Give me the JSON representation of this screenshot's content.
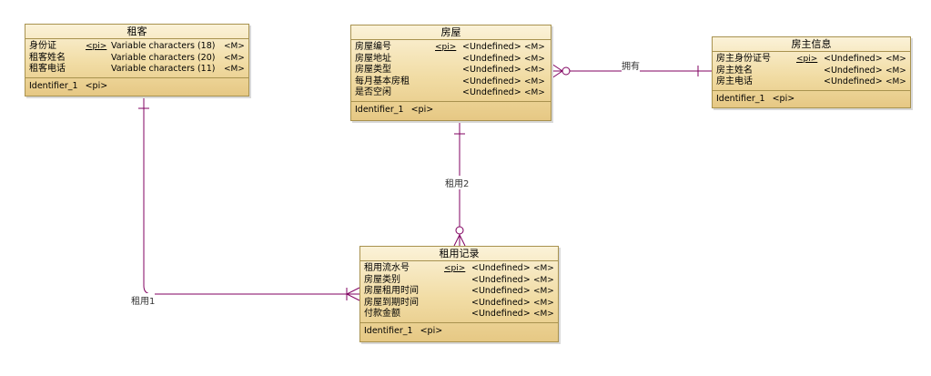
{
  "entities": {
    "renter": {
      "title": "租客",
      "attributes": [
        {
          "name": "身份证",
          "key": "<pi>",
          "type": "Variable characters (18)",
          "mandatory": "<M>"
        },
        {
          "name": "租客姓名",
          "key": "",
          "type": "Variable characters (20)",
          "mandatory": "<M>"
        },
        {
          "name": "租客电话",
          "key": "",
          "type": "Variable characters (11)",
          "mandatory": "<M>"
        }
      ],
      "identifier": {
        "name": "Identifier_1",
        "key": "<pi>"
      }
    },
    "house": {
      "title": "房屋",
      "attributes": [
        {
          "name": "房屋编号",
          "key": "<pi>",
          "type": "<Undefined>",
          "mandatory": "<M>"
        },
        {
          "name": "房屋地址",
          "key": "",
          "type": "<Undefined>",
          "mandatory": "<M>"
        },
        {
          "name": "房屋类型",
          "key": "",
          "type": "<Undefined>",
          "mandatory": "<M>"
        },
        {
          "name": "每月基本房租",
          "key": "",
          "type": "<Undefined>",
          "mandatory": "<M>"
        },
        {
          "name": "是否空闲",
          "key": "",
          "type": "<Undefined>",
          "mandatory": "<M>"
        }
      ],
      "identifier": {
        "name": "Identifier_1",
        "key": "<pi>"
      }
    },
    "owner": {
      "title": "房主信息",
      "attributes": [
        {
          "name": "房主身份证号",
          "key": "<pi>",
          "type": "<Undefined>",
          "mandatory": "<M>"
        },
        {
          "name": "房主姓名",
          "key": "",
          "type": "<Undefined>",
          "mandatory": "<M>"
        },
        {
          "name": "房主电话",
          "key": "",
          "type": "<Undefined>",
          "mandatory": "<M>"
        }
      ],
      "identifier": {
        "name": "Identifier_1",
        "key": "<pi>"
      }
    },
    "rental": {
      "title": "租用记录",
      "attributes": [
        {
          "name": "租用流水号",
          "key": "<pi>",
          "type": "<Undefined>",
          "mandatory": "<M>"
        },
        {
          "name": "房屋类别",
          "key": "",
          "type": "<Undefined>",
          "mandatory": "<M>"
        },
        {
          "name": "房屋租用时间",
          "key": "",
          "type": "<Undefined>",
          "mandatory": "<M>"
        },
        {
          "name": "房屋到期时间",
          "key": "",
          "type": "<Undefined>",
          "mandatory": "<M>"
        },
        {
          "name": "付款金额",
          "key": "",
          "type": "<Undefined>",
          "mandatory": "<M>"
        }
      ],
      "identifier": {
        "name": "Identifier_1",
        "key": "<pi>"
      }
    }
  },
  "relationships": {
    "owns": {
      "label": "拥有"
    },
    "rent1": {
      "label": "租用1"
    },
    "rent2": {
      "label": "租用2"
    }
  },
  "colors": {
    "line": "#800060",
    "entity_border": "#a8924f",
    "entity_fill_top": "#fbf2d8",
    "entity_fill_bottom": "#e6c884"
  }
}
